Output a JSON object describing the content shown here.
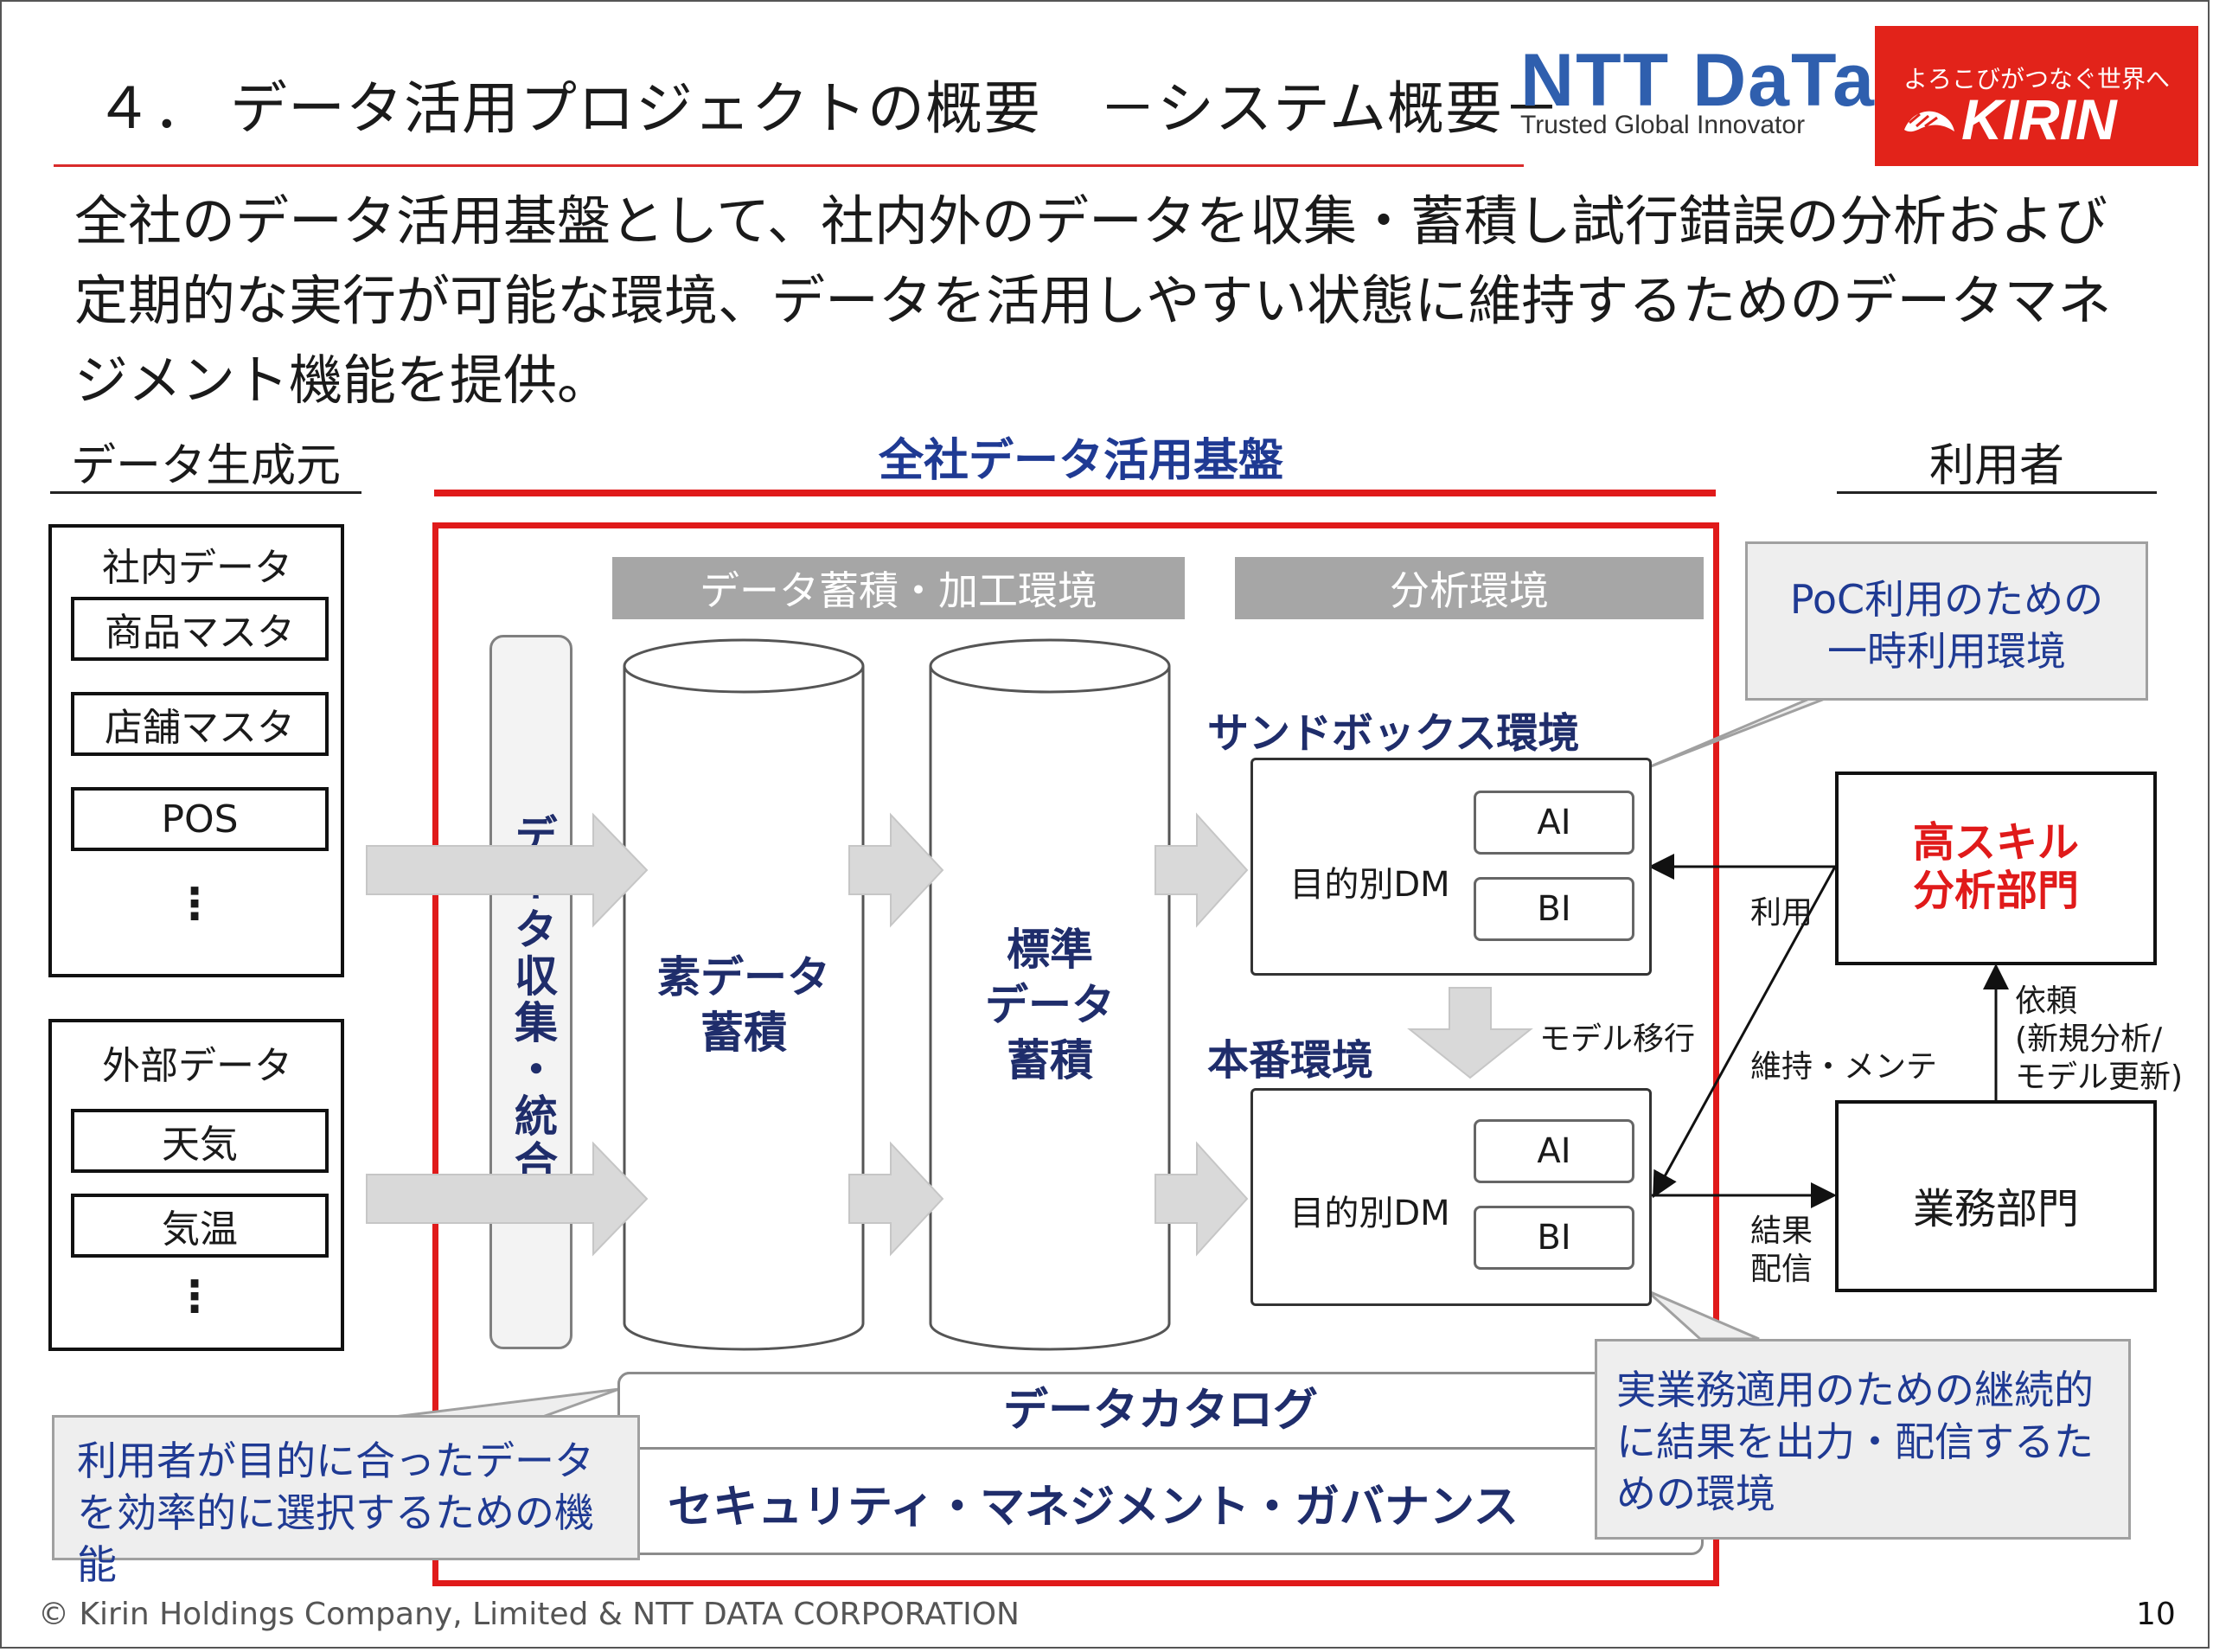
{
  "header": {
    "title": "４． データ活用プロジェクトの概要　－システム概要－",
    "ntt_logo": "NTT DaTa",
    "ntt_tagline": "Trusted Global Innovator",
    "kirin_tagline": "よろこびがつなぐ世界へ",
    "kirin_logo": "KIRIN"
  },
  "intro": "全社のデータ活用基盤として、社内外のデータを収集・蓄積し試行錯誤の分析および定期的な実行が可能な環境、データを活用しやすい状態に維持するためのデータマネジメント機能を提供。",
  "sections": {
    "sources": "データ生成元",
    "platform": "全社データ活用基盤",
    "users": "利用者"
  },
  "sources": {
    "internal": {
      "label": "社内データ",
      "items": [
        "商品マスタ",
        "店舗マスタ",
        "POS"
      ],
      "more": "⋮"
    },
    "external": {
      "label": "外部データ",
      "items": [
        "天気",
        "気温"
      ],
      "more": "⋮"
    }
  },
  "platform": {
    "accumulate_header": "データ蓄積・加工環境",
    "analysis_header": "分析環境",
    "collect": "データ収集・統合",
    "raw_store": "素データ\n蓄積",
    "std_store": "標準\nデータ\n蓄積",
    "sandbox_title": "サンドボックス環境",
    "production_title": "本番環境",
    "dm_label": "目的別DM",
    "ai": "AI",
    "bi": "BI",
    "model_migration": "モデル移行",
    "catalog": "データカタログ",
    "governance": "セキュリティ・マネジメント・ガバナンス"
  },
  "users": {
    "high_skill": "高スキル\n分析部門",
    "business": "業務部門",
    "use": "利用",
    "maintain": "維持・メンテ",
    "request": "依頼\n(新規分析/\nモデル更新)",
    "result": "結果\n配信"
  },
  "callouts": {
    "poc": "PoC利用のための\n一時利用環境",
    "prod": "実業務適用のための継続的に結果を出力・配信するための環境",
    "catalog": "利用者が目的に合ったデータを効率的に選択するための機能"
  },
  "footer": {
    "copyright": "© Kirin Holdings Company, Limited & NTT DATA CORPORATION",
    "page": "10"
  },
  "colors": {
    "accent_red": "#e01a1a",
    "navy": "#1f2d6b",
    "ntt_blue": "#2f5fae",
    "kirin_red": "#e2231a",
    "header_gray": "#a6a6a6"
  }
}
